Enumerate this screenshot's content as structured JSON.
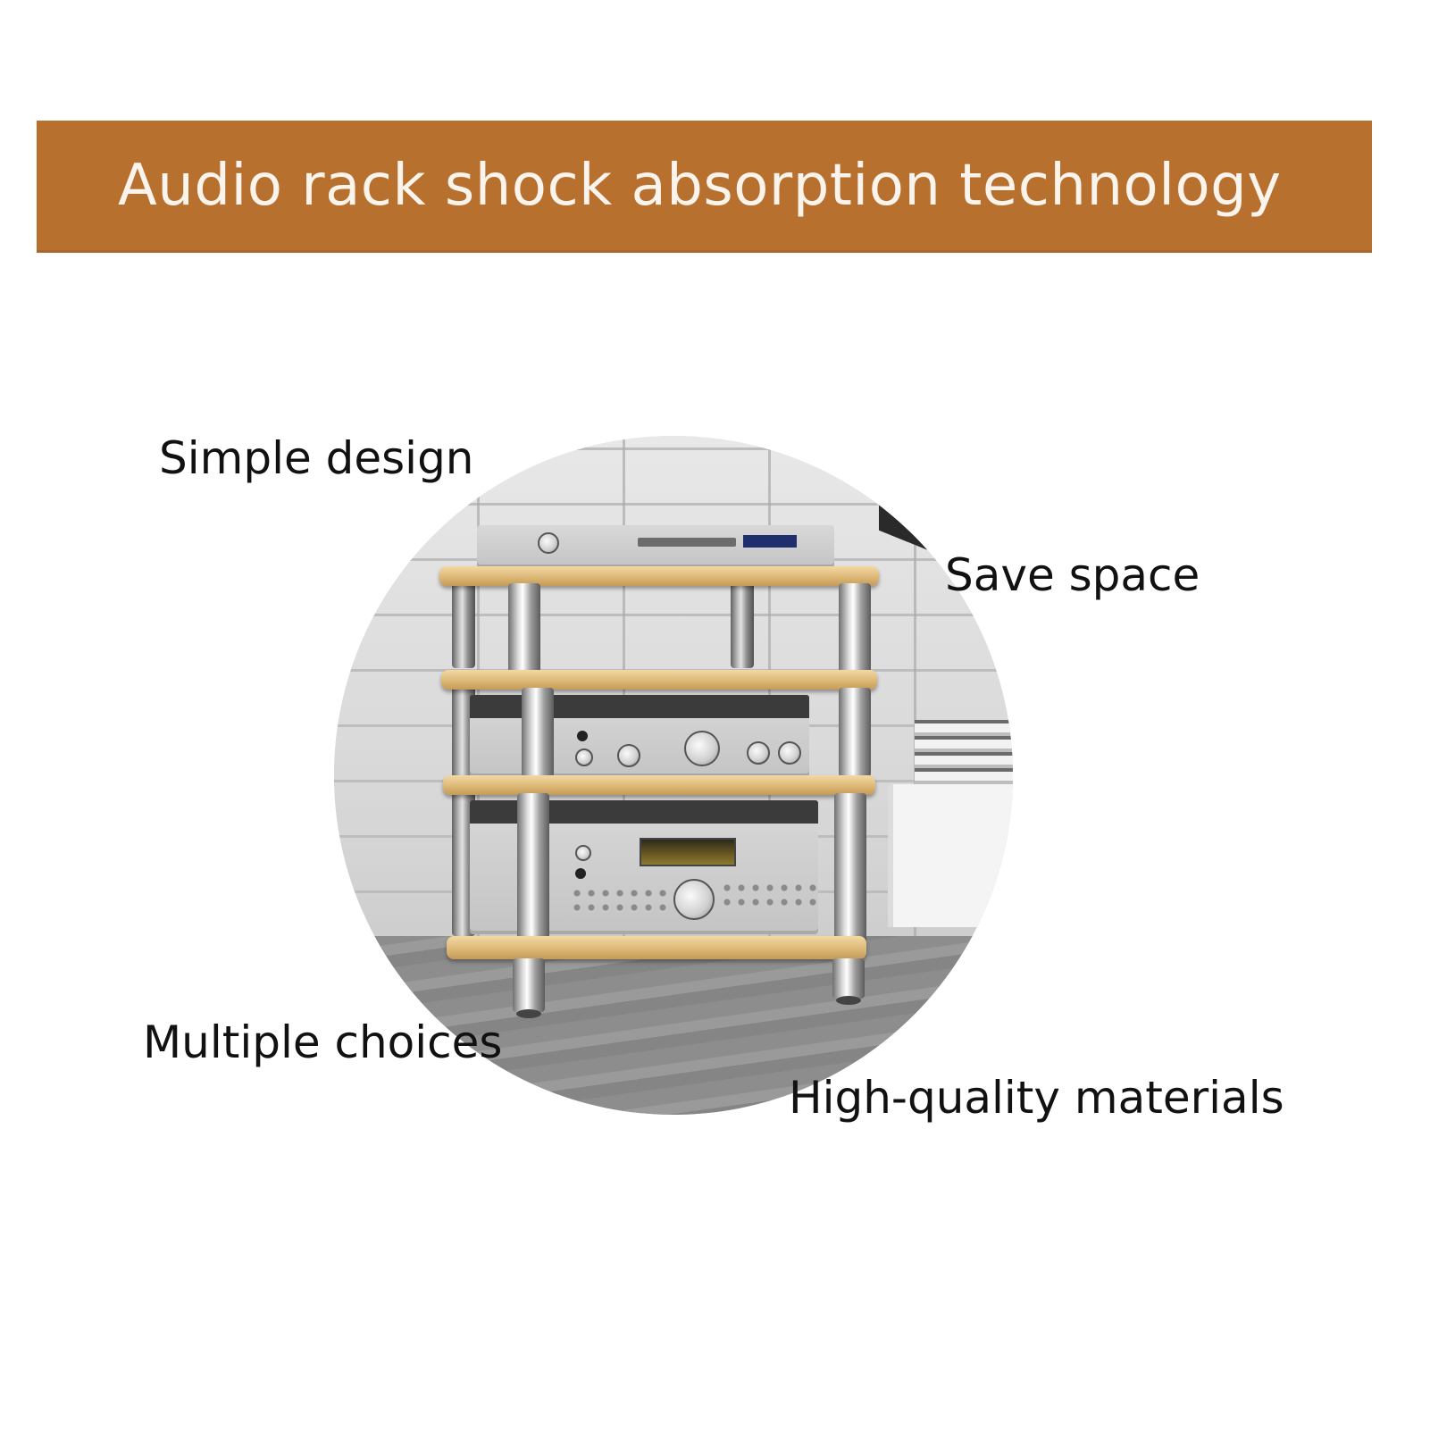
{
  "banner": {
    "title": "Audio rack shock absorption technology",
    "background_color": "#b8702f",
    "text_color": "#fbf4ec"
  },
  "features": [
    {
      "label": "Simple design"
    },
    {
      "label": "Save space"
    },
    {
      "label": "Multiple choices"
    },
    {
      "label": "High-quality materials"
    }
  ],
  "product_image": {
    "subject": "4-tier audio rack with wooden shelves and chrome posts holding a DVD player, an integrated amplifier and an AV receiver",
    "shape": "circle",
    "shelf_count": 4
  }
}
